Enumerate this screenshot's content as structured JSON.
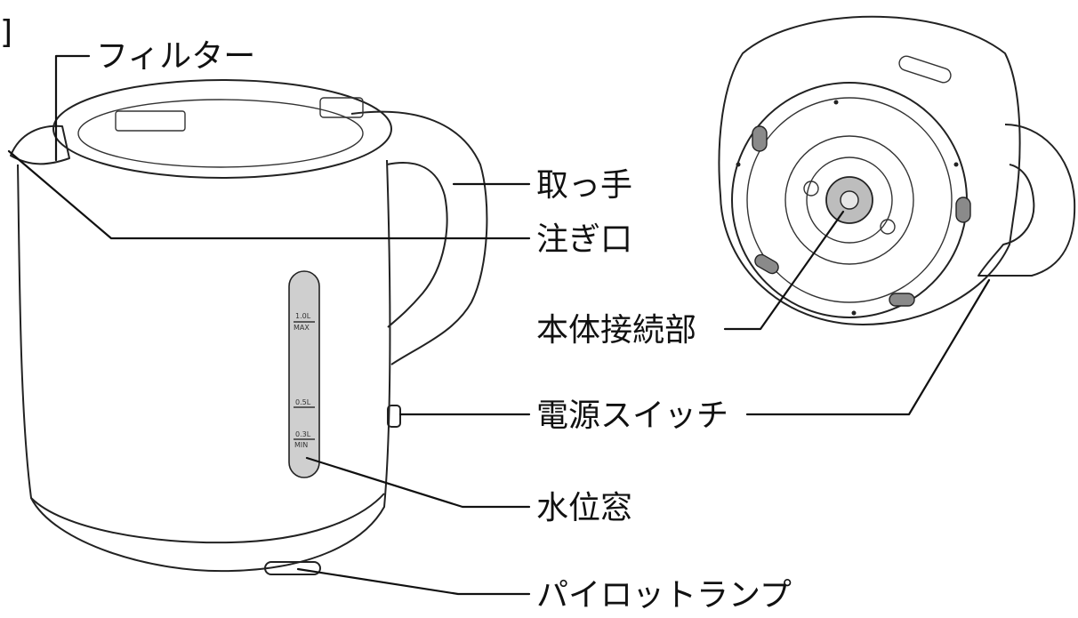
{
  "bracket_glyph": "]",
  "labels": {
    "filter": "フィルター",
    "handle": "取っ手",
    "spout": "注ぎ口",
    "base_connector": "本体接続部",
    "power_switch": "電源スイッチ",
    "water_level_window": "水位窓",
    "pilot_lamp": "パイロットランプ"
  },
  "water_window_marks": {
    "max_volume": "1.0L",
    "max_text": "MAX",
    "half_volume": "0.5L",
    "min_volume": "0.3L",
    "min_text": "MIN"
  },
  "colors": {
    "line": "#111111",
    "window_fill": "#cfcfcf",
    "pad_fill": "#8a8a8a"
  }
}
